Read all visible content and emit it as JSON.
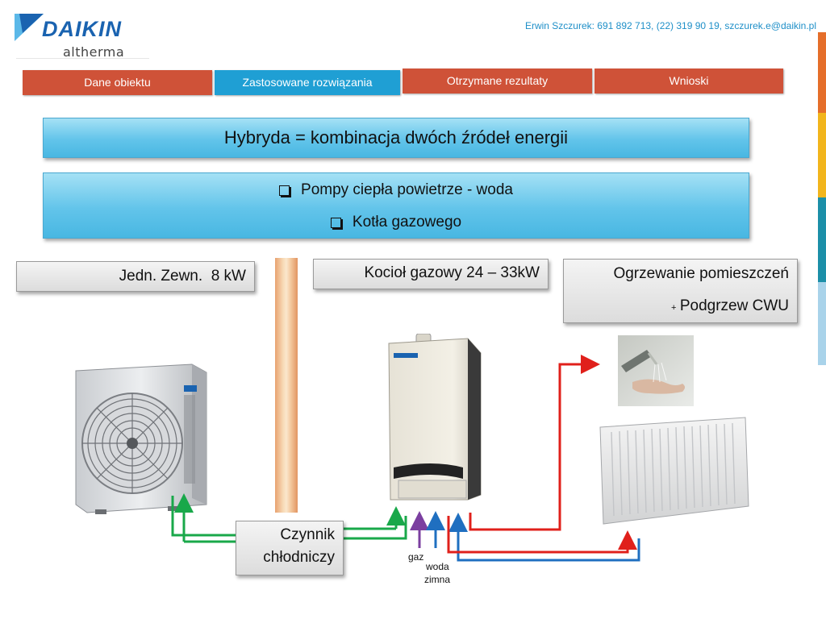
{
  "header": {
    "brand": "DAIKIN",
    "sub_brand": "altherma",
    "contact": "Erwin Szczurek: 691 892 713, (22) 319 90 19, szczurek.e@daikin.pl"
  },
  "tabs": [
    {
      "label": "Dane obiektu",
      "active": false
    },
    {
      "label": "Zastosowane rozwiązania",
      "active": true
    },
    {
      "label": "Otrzymane rezultaty",
      "active": false
    },
    {
      "label": "Wnioski",
      "active": false
    }
  ],
  "title_banner": "Hybryda = kombinacja dwóch źródeł energii",
  "bullets": [
    "Pompy ciepła powietrze - woda",
    "Kotła gazowego"
  ],
  "boxes": {
    "outdoor_unit": "Jedn. Zewn.  8 kW",
    "boiler": "Kocioł gazowy 24 – 33kW",
    "heating_line1": "Ogrzewanie pomieszczeń",
    "heating_plus": "+",
    "heating_line2": "Podgrzew CWU",
    "refrigerant_line1": "Czynnik",
    "refrigerant_line2": "chłodniczy"
  },
  "pipe_labels": {
    "gas": "gaz",
    "cold_water_line1": "woda",
    "cold_water_line2": "zimna"
  },
  "colors": {
    "brand_blue": "#1a63b0",
    "tab_red": "#cf5238",
    "tab_blue": "#1f9fd4",
    "refrigerant_green": "#19a84a",
    "hot_red": "#e0201b",
    "cold_blue": "#1f6fc0",
    "gas_purple": "#7b3fa0"
  }
}
